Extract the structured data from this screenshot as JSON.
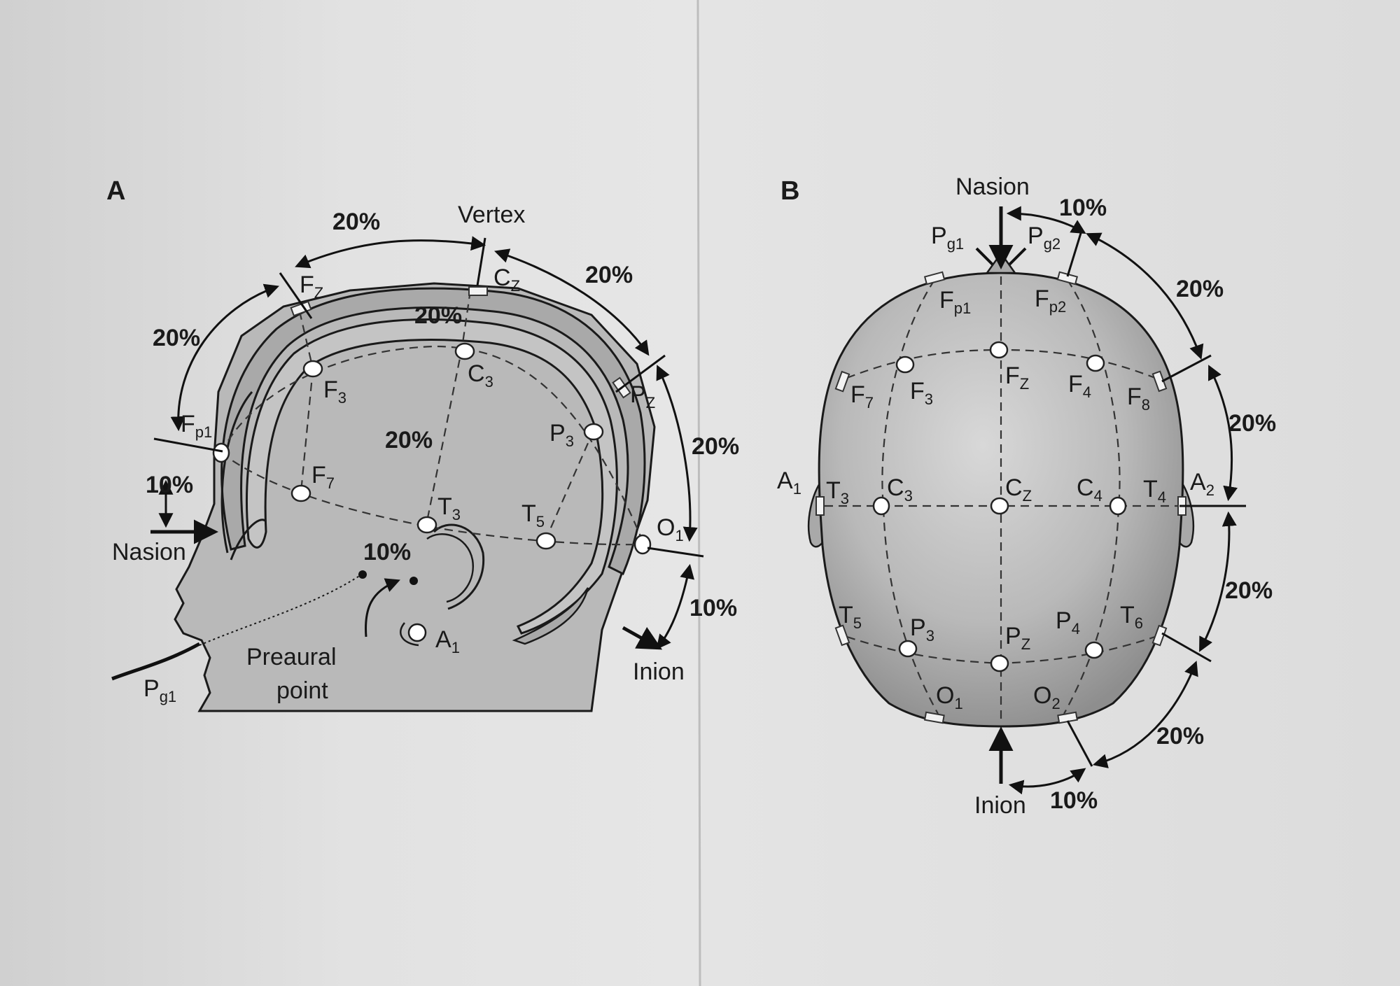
{
  "panel_a": {
    "letter": "A",
    "labels": {
      "vertex": "Vertex",
      "nasion": "Nasion",
      "inion": "Inion",
      "preauricular_line1": "Preaural",
      "preauricular_line2": "point"
    },
    "percentages": [
      "20%",
      "20%",
      "20%",
      "20%",
      "20%",
      "20%",
      "10%",
      "10%",
      "10%"
    ],
    "electrodes": [
      {
        "main": "F",
        "sub": "Z"
      },
      {
        "main": "C",
        "sub": "Z"
      },
      {
        "main": "P",
        "sub": "Z"
      },
      {
        "main": "F",
        "sub": "p1"
      },
      {
        "main": "F",
        "sub": "3"
      },
      {
        "main": "C",
        "sub": "3"
      },
      {
        "main": "P",
        "sub": "3"
      },
      {
        "main": "F",
        "sub": "7"
      },
      {
        "main": "T",
        "sub": "3"
      },
      {
        "main": "T",
        "sub": "5"
      },
      {
        "main": "O",
        "sub": "1"
      },
      {
        "main": "A",
        "sub": "1"
      },
      {
        "main": "P",
        "sub": "g1"
      }
    ]
  },
  "panel_b": {
    "letter": "B",
    "labels": {
      "nasion": "Nasion",
      "inion": "Inion"
    },
    "percentages": [
      "10%",
      "20%",
      "20%",
      "20%",
      "20%",
      "10%"
    ],
    "electrodes": [
      {
        "main": "P",
        "sub": "g1"
      },
      {
        "main": "P",
        "sub": "g2"
      },
      {
        "main": "F",
        "sub": "p1"
      },
      {
        "main": "F",
        "sub": "p2"
      },
      {
        "main": "F",
        "sub": "7"
      },
      {
        "main": "F",
        "sub": "3"
      },
      {
        "main": "F",
        "sub": "Z"
      },
      {
        "main": "F",
        "sub": "4"
      },
      {
        "main": "F",
        "sub": "8"
      },
      {
        "main": "A",
        "sub": "1"
      },
      {
        "main": "T",
        "sub": "3"
      },
      {
        "main": "C",
        "sub": "3"
      },
      {
        "main": "C",
        "sub": "Z"
      },
      {
        "main": "C",
        "sub": "4"
      },
      {
        "main": "T",
        "sub": "4"
      },
      {
        "main": "A",
        "sub": "2"
      },
      {
        "main": "T",
        "sub": "5"
      },
      {
        "main": "P",
        "sub": "3"
      },
      {
        "main": "P",
        "sub": "Z"
      },
      {
        "main": "P",
        "sub": "4"
      },
      {
        "main": "T",
        "sub": "6"
      },
      {
        "main": "O",
        "sub": "1"
      },
      {
        "main": "O",
        "sub": "2"
      }
    ]
  },
  "colors": {
    "paper": "#dedede",
    "head_fill": "#b8b8b8",
    "brain_fill": "#c6c6c6",
    "line": "#1a1a1a"
  }
}
